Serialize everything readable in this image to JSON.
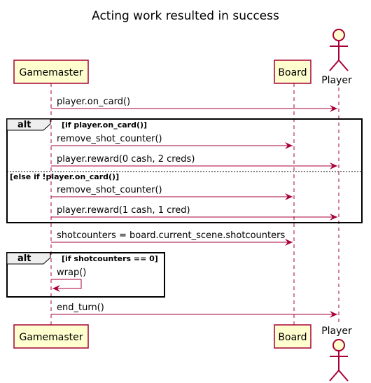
{
  "title": "Acting work resulted in success",
  "participants": {
    "gamemaster": "Gamemaster",
    "board": "Board",
    "player": "Player"
  },
  "messages": [
    "player.on_card()",
    "remove_shot_counter()",
    "player.reward(0 cash, 2 creds)",
    "remove_shot_counter()",
    "player.reward(1 cash, 1 cred)",
    "shotcounters = board.current_scene.shotcounters",
    "wrap()",
    "end_turn()"
  ],
  "fragments": [
    {
      "keyword": "alt",
      "guard": "[if player.on_card()]",
      "else_guard": "[else if !player.on_card()]"
    },
    {
      "keyword": "alt",
      "guard": "[if shotcounters == 0]"
    }
  ],
  "colors": {
    "participant_fill": "#FEFECE",
    "participant_border": "#A80036",
    "arrow": "#A80036",
    "frame": "#000000",
    "fragment_label_fill": "#EEEEEE"
  }
}
